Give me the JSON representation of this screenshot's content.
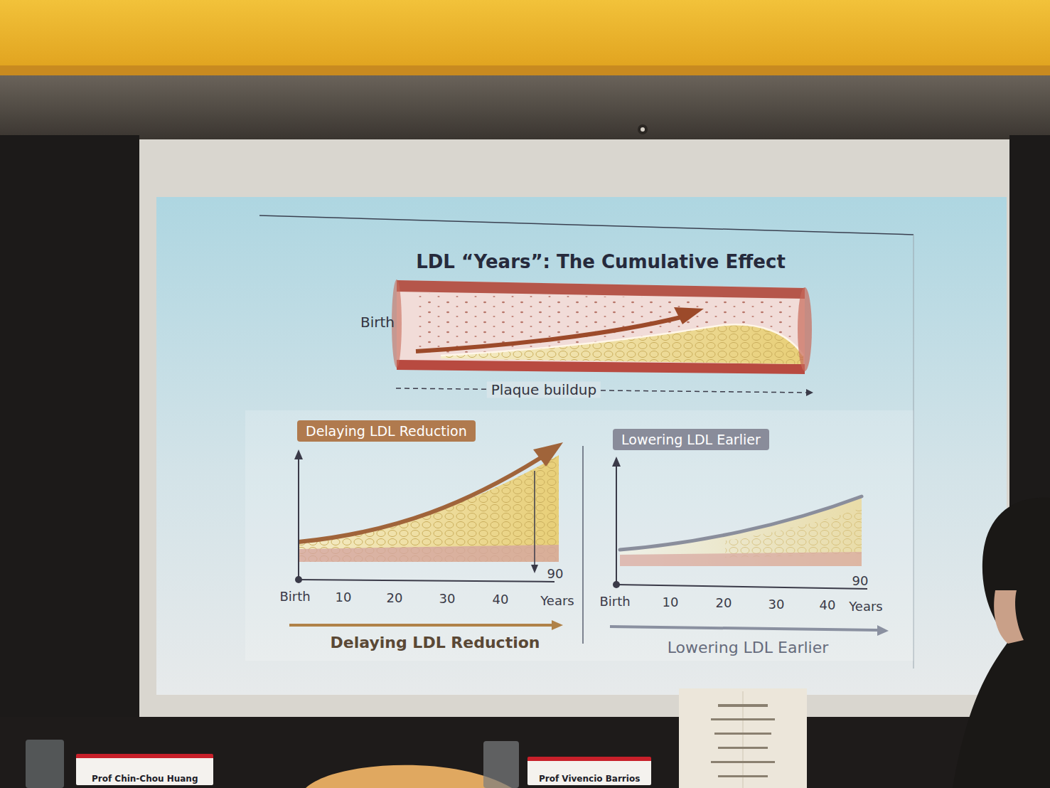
{
  "diagram": {
    "title": "LDL “Years”: The Cumulative Effect",
    "nodes": [
      {
        "text": [
          "Delaying LDL Reduction"
        ]
      },
      {
        "text": [
          "Lowering LDL Earlier"
        ]
      },
      {
        "text": [
          "Prof Chin-Chou Huang"
        ]
      },
      {
        "text": [
          "Prof Vivencio Barrios"
        ]
      }
    ],
    "labels": [
      "Birth",
      "Plaque buildup",
      "Birth",
      "10",
      "20",
      "30",
      "40",
      "Years",
      "90",
      "Delaying LDL Reduction",
      "Birth",
      "10",
      "20",
      "30",
      "40",
      "Years",
      "90",
      "Lowering LDL Earlier"
    ]
  }
}
